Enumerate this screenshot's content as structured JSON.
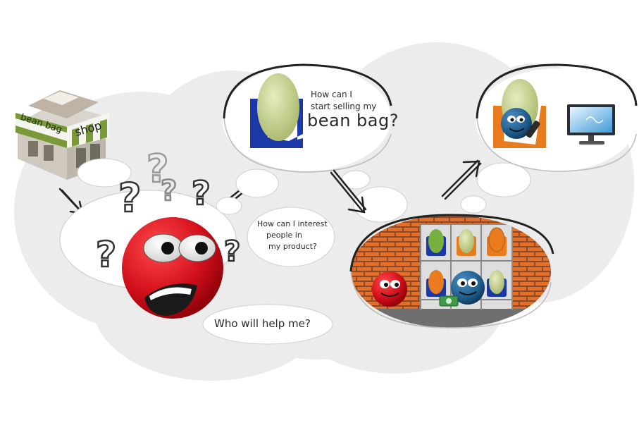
{
  "shop": {
    "sign_left": "bean bag",
    "sign_right": "shop"
  },
  "bubbles": {
    "start_selling": {
      "line1": "How can I",
      "line2": "start selling my",
      "line3": "bean bag?"
    },
    "interest": {
      "line1": "How can I interest",
      "line2": "people in",
      "line3": "my product?"
    },
    "help": {
      "line1": "Who will help me?"
    }
  },
  "colors": {
    "background_cloud": "#ececec",
    "red_character": "#d3101c",
    "blue_character": "#1e5b8a",
    "brick": "#e3702a",
    "bean_bag_green": "#c8d38a",
    "bean_bag_orange": "#e87b1e",
    "bean_bag_blue": "#1a38a8"
  },
  "icons": [
    "shop-building-icon",
    "question-mark-icon",
    "arrow-icon",
    "tv-icon",
    "remote-control-icon",
    "money-icon"
  ]
}
